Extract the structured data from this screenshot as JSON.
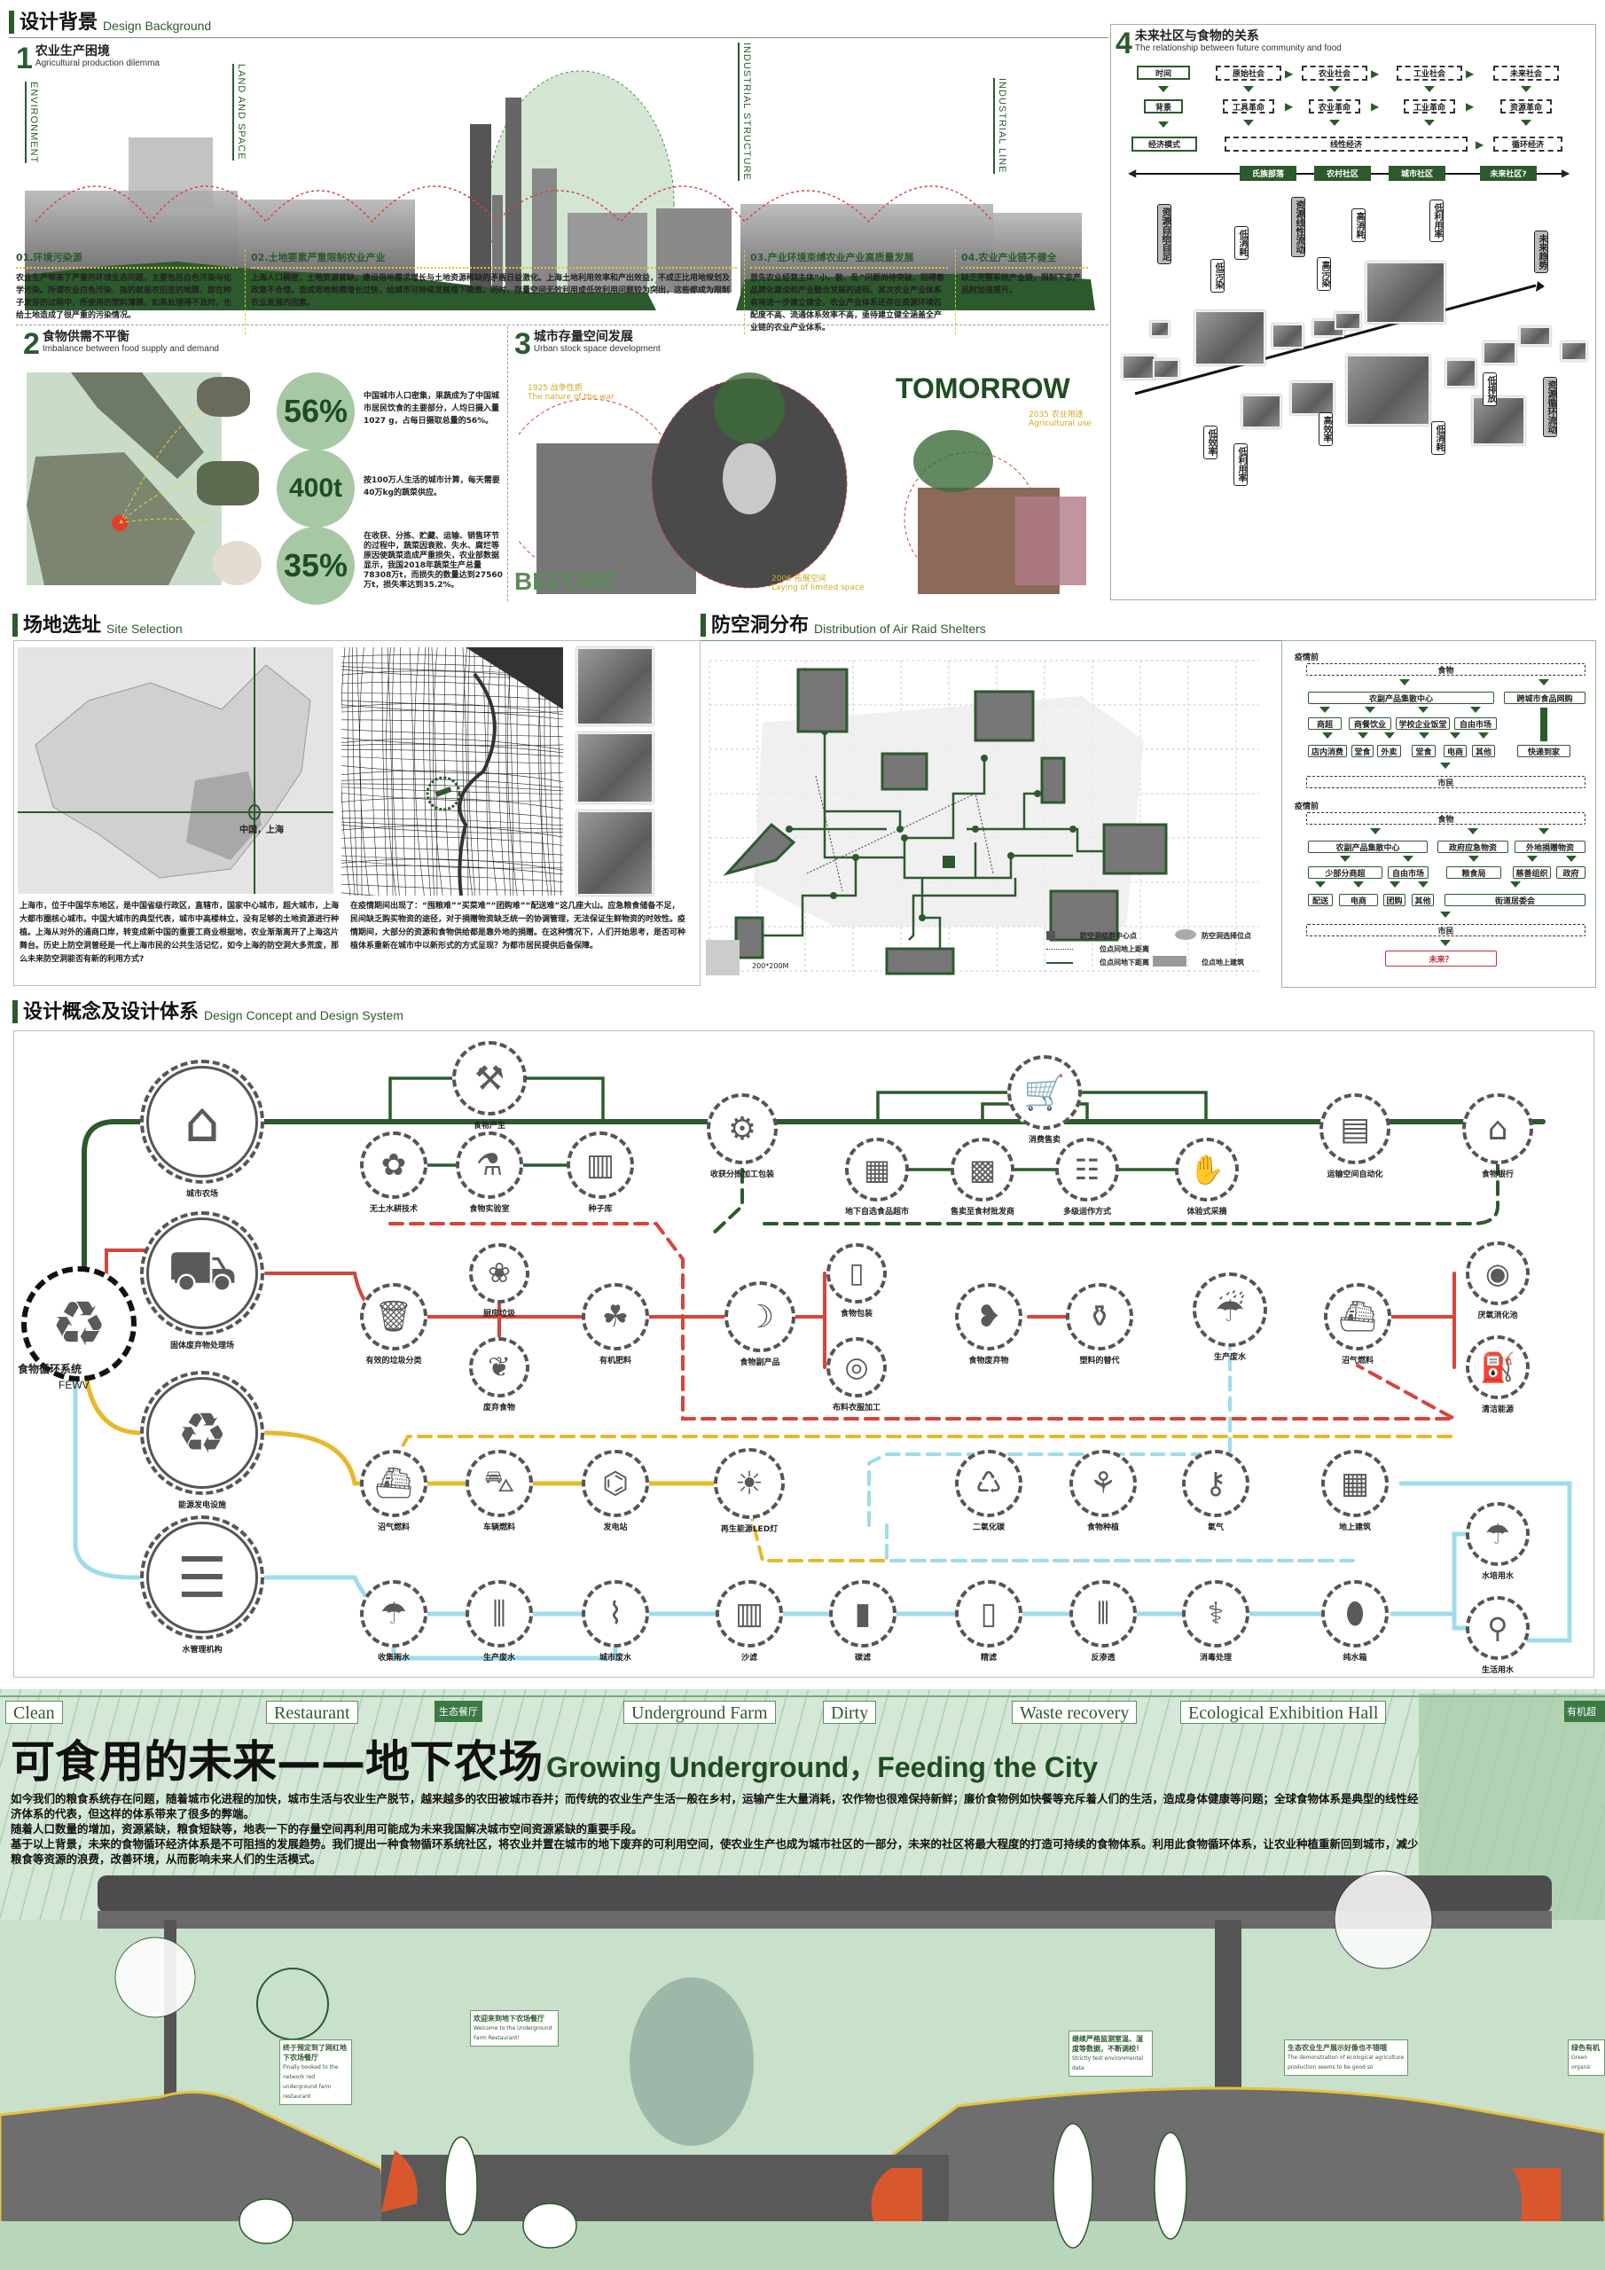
{
  "colors": {
    "brand_green": "#2d5a2d",
    "light_green": "#a7c8a5",
    "accent_red": "#d6443a",
    "accent_yellow": "#e8b82a",
    "accent_blue": "#9fdcea"
  },
  "background": {
    "title": "设计背景",
    "title_en": "Design Background",
    "s1": {
      "num": "1",
      "title": "农业生产困境",
      "title_en": "Agricultural production dilemma",
      "vertical_labels": [
        "ENVIRONMENT",
        "LAND AND SPACE",
        "INDUSTRIAL STRUCTURE",
        "INDUSTRIAL LINE"
      ],
      "items": [
        {
          "title": "01.环境污染源",
          "text": "农业生产带来了严重的环境生态问题，主要包括白色污染与化学污染。所谓农业白色污染，指的就是农田里的地膜，即在种子发芽的过程中，所使用的塑料薄膜，如果处理得不及时，也给土地造成了很严重的污染情况。"
        },
        {
          "title": "02.土地要素严重限制农业产业",
          "text": "上海人口稠密，土地资源紧缺，建设用地需求增长与土地资源稀缺的矛盾日益激化。上海土地利用效率和产出效益，不成正比用地规划及政策不合理，造成用地规模增长过快，给城市可持续发展埋下隐患。同时，存量空间无效利用或低效利用问题较为突出，这些都成为限制农业发展的因素。"
        },
        {
          "title": "03.产业环境束缚农业产业高质量发展",
          "text": "首先农业经营主体“小、散、乱”问题尚待突破，阻碍着品牌化建设和产业融合发展的进程。其次农业产业体系有待进一步建立健全，农业产业体系还存在资源环境匹配度不高、流通体系效率不高，亟待建立健全涵盖全产业链的农业产业体系。"
        },
        {
          "title": "04.农业产业链不健全",
          "text": "缺乏完整系统产业链，限制下农产品附加值提升。"
        }
      ]
    },
    "s2": {
      "num": "2",
      "title": "食物供需不平衡",
      "title_en": "Imbalance between food supply and demand",
      "stats": [
        {
          "value": "56%",
          "text": "中国城市人口密集，果蔬成为了中国城市居民饮食的主要部分，人均日摄入量1027 g，占每日摄取总量的56%。"
        },
        {
          "value": "400t",
          "text": "按100万人生活的城市计算，每天需要40万kg的蔬菜供应。"
        },
        {
          "value": "35%",
          "text": "在收获、分拣、贮藏、运输、销售环节的过程中，蔬菜因衰败、失水、腐烂等原因使蔬菜造成严重损失，农业部数据显示，我国2018年蔬菜生产总量78308万t，而损失的数量达到27560万t，损失率达到35.2%。"
        }
      ]
    },
    "s3": {
      "num": "3",
      "title": "城市存量空间发展",
      "title_en": "Urban stock space development",
      "tomorrow": "TOMORROW",
      "before": "BEFORE",
      "notes": [
        {
          "year": "1925 战争性质",
          "en": "The nature of the war"
        },
        {
          "year": "2006 拓展空间",
          "en": "Laying of limited space"
        },
        {
          "year": "2035 农业用途",
          "en": "Agricultural use"
        }
      ]
    },
    "s4": {
      "num": "4",
      "title": "未来社区与食物的关系",
      "title_en": "The relationship between future community and food",
      "row_heads": [
        "时间",
        "背景",
        "经济模式"
      ],
      "societies": [
        "原始社会",
        "农业社会",
        "工业社会",
        "未来社会"
      ],
      "revolutions": [
        "工具革命",
        "农业革命",
        "工业革命",
        "资源革命"
      ],
      "economy": [
        "线性经济",
        "循环经济"
      ],
      "timeline": [
        "氏族部落",
        "农村社区",
        "城市社区",
        "未来社区?"
      ],
      "tags": [
        "资源自给自足",
        "低消耗",
        "低污染",
        "资源线性流动",
        "高污染",
        "高消耗",
        "低利用率",
        "未来趋势",
        "低效率",
        "低利用率",
        "高效率",
        "低消耗",
        "低排放",
        "资源循环流动"
      ]
    }
  },
  "site": {
    "title": "场地选址",
    "title_en": "Site Selection",
    "map_label": "中国，上海",
    "text1": "上海市，位于中国华东地区，是中国省级行政区，直辖市，国家中心城市，超大城市，上海大都市圈核心城市。中国大城市的典型代表，城市中高楼林立，没有足够的土地资源进行种植。上海从对外的通商口岸，转变成新中国的重要工商业根据地，农业渐渐离开了上海这片舞台。历史上防空洞曾经是一代上海市民的公共生活记忆，如今上海的防空洞大多荒废，那么未来防空洞能否有新的利用方式?",
    "text2": "在疫情期间出现了：“囤粮难”“买菜难”“团购难”“配送难”这几座大山。应急粮食储备不足，民间缺乏购买物资的途径，对于捐赠物资缺乏统一的协调管理，无法保证生鲜物资的时效性。疫情期间，大部分的资源和食物供给都是靠外地的捐赠。在这种情况下，人们开始思考，是否可种植体系重新在城市中以新形式的方式呈现？为都市居民提供后备保障。"
  },
  "shelters": {
    "title": "防空洞分布",
    "title_en": "Distribution of Air Raid Shelters",
    "scale": "200*200M",
    "legend": [
      "防空洞组群中心点",
      "防空洞选择位点",
      "位点间地上距离",
      "位点间地下距离",
      "位点地上建筑"
    ]
  },
  "flow": {
    "before": {
      "label": "疫情前",
      "food": "食物",
      "hub": "农副产品集散中心",
      "cross": "跨城市食品网购",
      "channels": [
        "商超",
        "商餐饮业",
        "学校企业饭堂",
        "自由市场"
      ],
      "ends": [
        "店内消费",
        "堂食",
        "外卖",
        "堂食",
        "电商",
        "其他"
      ],
      "express": "快递到家",
      "citizen": "市民"
    },
    "during": {
      "label": "疫情前",
      "food": "食物",
      "sources": [
        "农副产品集散中心",
        "政府应急物资",
        "外地捐赠物资"
      ],
      "channels": [
        "少部分商超",
        "自由市场",
        "粮食局",
        "慈善组织",
        "政府"
      ],
      "ends": [
        "配送",
        "电商",
        "团购",
        "其他",
        "街道居委会"
      ],
      "citizen": "市民"
    },
    "future": "未来？"
  },
  "concept": {
    "title": "设计概念及设计体系",
    "title_en": "Design Concept and Design System",
    "hub": "食物循环系统",
    "hub_en": "FEWV",
    "nodes": [
      {
        "label": "城市农场",
        "icon": "farmhouse-icon"
      },
      {
        "label": "食物产生",
        "icon": "farmer-icon"
      },
      {
        "label": "无土水耕技术",
        "icon": "hydroponic-icon"
      },
      {
        "label": "食物实验室",
        "icon": "microscope-icon"
      },
      {
        "label": "种子库",
        "icon": "seed-bank-icon"
      },
      {
        "label": "收获分拣加工包装",
        "icon": "robot-arm-icon"
      },
      {
        "label": "消费售卖",
        "icon": "shopping-cart-icon"
      },
      {
        "label": "地下自选食品超市",
        "icon": "shelf-icon"
      },
      {
        "label": "售卖至食材批发商",
        "icon": "crates-icon"
      },
      {
        "label": "多级运作方式",
        "icon": "rack-icon"
      },
      {
        "label": "体验式采摘",
        "icon": "picking-icon"
      },
      {
        "label": "运输空间自动化",
        "icon": "boxes-icon"
      },
      {
        "label": "食物银行",
        "icon": "warehouse-icon"
      },
      {
        "label": "固体废弃物处理场",
        "icon": "dump-truck-icon"
      },
      {
        "label": "有效的垃圾分类",
        "icon": "trash-bin-icon"
      },
      {
        "label": "厨房垃圾",
        "icon": "kitchen-waste-icon"
      },
      {
        "label": "废弃食物",
        "icon": "food-waste-icon"
      },
      {
        "label": "有机肥料",
        "icon": "fertilizer-icon"
      },
      {
        "label": "食物副产品",
        "icon": "banana-peel-icon"
      },
      {
        "label": "食物包装",
        "icon": "package-icon"
      },
      {
        "label": "布料衣服加工",
        "icon": "fabric-roll-icon"
      },
      {
        "label": "食物废弃物",
        "icon": "beet-icon"
      },
      {
        "label": "塑料的替代",
        "icon": "bottles-icon"
      },
      {
        "label": "生产废水",
        "icon": "pouring-water-icon"
      },
      {
        "label": "沼气燃料",
        "icon": "ship-icon"
      },
      {
        "label": "厌氧消化池",
        "icon": "digester-icon"
      },
      {
        "label": "清洁能源",
        "icon": "fuel-pump-icon"
      },
      {
        "label": "能源发电设施",
        "icon": "power-plant-icon"
      },
      {
        "label": "沼气燃料",
        "icon": "ship-icon"
      },
      {
        "label": "车辆燃料",
        "icon": "car-icon"
      },
      {
        "label": "发电站",
        "icon": "factory-icon"
      },
      {
        "label": "再生能源LED灯",
        "icon": "bulb-icon"
      },
      {
        "label": "二氧化碳",
        "icon": "co2-recycle-icon"
      },
      {
        "label": "食物种植",
        "icon": "planting-icon"
      },
      {
        "label": "氧气",
        "icon": "oxygen-tank-icon"
      },
      {
        "label": "地上建筑",
        "icon": "building-icon"
      },
      {
        "label": "水培用水",
        "icon": "hydro-water-icon"
      },
      {
        "label": "水管理机构",
        "icon": "water-tanks-icon"
      },
      {
        "label": "收集雨水",
        "icon": "rain-icon"
      },
      {
        "label": "生产废水",
        "icon": "filter-column-icon"
      },
      {
        "label": "城市废水",
        "icon": "pipe-icon"
      },
      {
        "label": "沙滤",
        "icon": "sand-filter-icon"
      },
      {
        "label": "碳滤",
        "icon": "carbon-filter-icon"
      },
      {
        "label": "精滤",
        "icon": "fine-filter-icon"
      },
      {
        "label": "反渗透",
        "icon": "osmosis-icon"
      },
      {
        "label": "消毒处理",
        "icon": "disinfect-icon"
      },
      {
        "label": "纯水箱",
        "icon": "water-tank-icon"
      },
      {
        "label": "生活用水",
        "icon": "faucet-icon"
      }
    ]
  },
  "bottom": {
    "tags": [
      "Clean",
      "Restaurant",
      "Underground Farm",
      "Dirty",
      "Waste recovery",
      "Ecological Exhibition Hall"
    ],
    "green_tags": [
      "生态餐厅",
      "有机超"
    ],
    "title": "可食用的未来——地下农场",
    "title_en": "Growing Underground，Feeding the City",
    "paragraphs": [
      "如今我们的粮食系统存在问题，随着城市化进程的加快，城市生活与农业生产脱节，越来越多的农田被城市吞并；而传统的农业生产生活一般在乡村，运输产生大量消耗，农作物也很难保持新鲜；廉价食物例如快餐等充斥着人们的生活，造成身体健康等问题；全球食物体系是典型的线性经济体系的代表，但这样的体系带来了很多的弊端。",
      "随着人口数量的增加，资源紧缺，粮食短缺等，地表一下的存量空间再利用可能成为未来我国解决城市空间资源紧缺的重要手段。",
      "基于以上背景，未来的食物循环经济体系是不可阻挡的发展趋势。我们提出一种食物循环系统社区，将农业并置在城市的地下废弃的可利用空间，使农业生产也成为城市社区的一部分，未来的社区将最大程度的打造可持续的食物体系。利用此食物循环体系，让农业种植重新回到城市，减少粮食等资源的浪费，改善环境，从而影响未来人们的生活模式。"
    ],
    "bubbles": [
      {
        "zh": "终于预定到了网红地下农场餐厅",
        "en": "Finally booked to the network red underground farm restaurant"
      },
      {
        "zh": "欢迎来到地下农场餐厅",
        "en": "Welcome to the Underground Farm Restaurant!"
      },
      {
        "zh": "继续严格监测室温、湿度等数据，不断调校！",
        "en": "Strictly test environmental data"
      },
      {
        "zh": "生态农业生产展示好像也不错哦",
        "en": "The demonstration of ecological agriculture production seems to be good so"
      },
      {
        "zh": "绿色有机",
        "en": "Green organic"
      }
    ]
  }
}
